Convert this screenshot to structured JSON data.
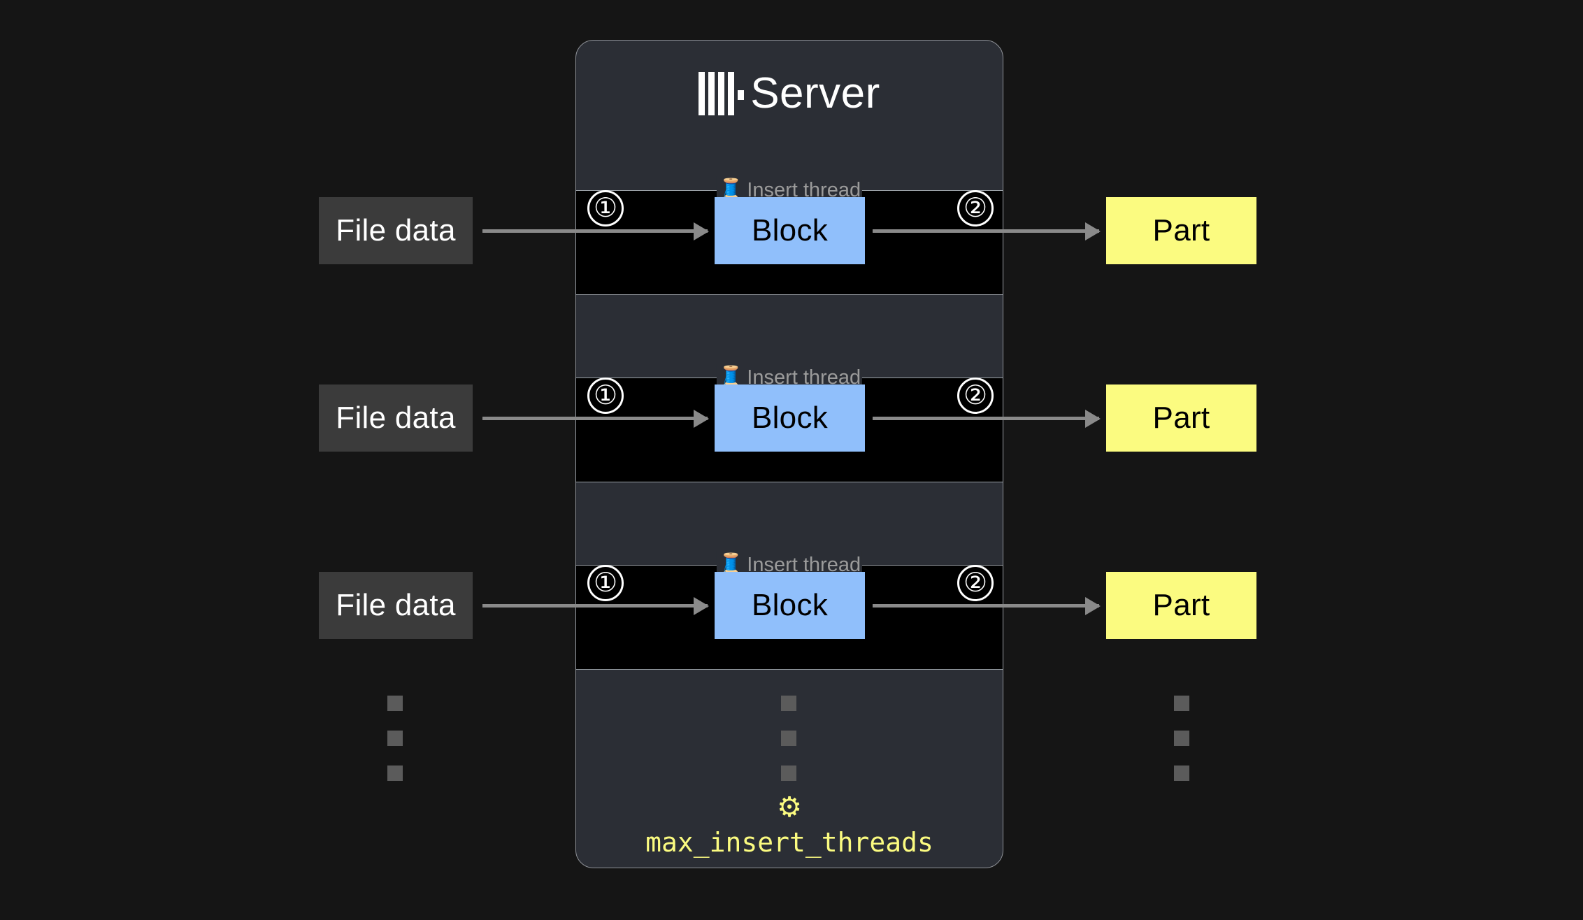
{
  "page": {
    "background_color": "#151515"
  },
  "server": {
    "title": "Server",
    "logo_name": "clickhouse-logo",
    "panel_color": "#2b2e35",
    "border_color": "#8e9197"
  },
  "threads": [
    {
      "label": "Insert thread",
      "emoji": "🧵",
      "step_in": "①",
      "step_out": "②",
      "source": "File data",
      "block": "Block",
      "target": "Part"
    },
    {
      "label": "Insert thread",
      "emoji": "🧵",
      "step_in": "①",
      "step_out": "②",
      "source": "File data",
      "block": "Block",
      "target": "Part"
    },
    {
      "label": "Insert thread",
      "emoji": "🧵",
      "step_in": "①",
      "step_out": "②",
      "source": "File data",
      "block": "Block",
      "target": "Part"
    }
  ],
  "ellipsis": {
    "count": 3,
    "color": "#5b5b5b"
  },
  "setting": {
    "icon": "⚙",
    "icon_name": "gear-icon",
    "name": "max_insert_threads",
    "color": "#fbfb80"
  },
  "colors": {
    "file_data": "#3b3b3b",
    "block": "#90bffb",
    "part": "#fbfb80",
    "thread_box": "#000000",
    "arrow": "#8a8a8a",
    "label_text": "#9b9b9b"
  }
}
